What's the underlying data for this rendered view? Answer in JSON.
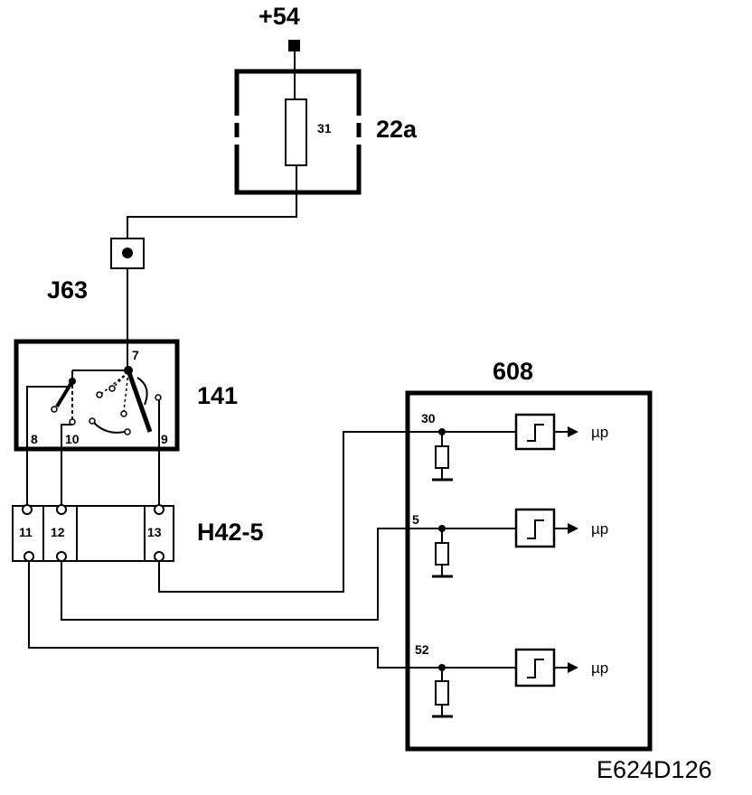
{
  "labels": {
    "supply": "+54",
    "fuse_box": "22a",
    "fuse_number": "31",
    "connector": "J63",
    "switch": "141",
    "switch_pin_7": "7",
    "switch_pin_8": "8",
    "switch_pin_9": "9",
    "switch_pin_10": "10",
    "terminal_block": "H42-5",
    "tb_pin_11": "11",
    "tb_pin_12": "12",
    "tb_pin_13": "13",
    "ecu": "608",
    "ecu_pin_30": "30",
    "ecu_pin_5": "5",
    "ecu_pin_52": "52",
    "mp": "µp",
    "drawing_id": "E624D126"
  }
}
